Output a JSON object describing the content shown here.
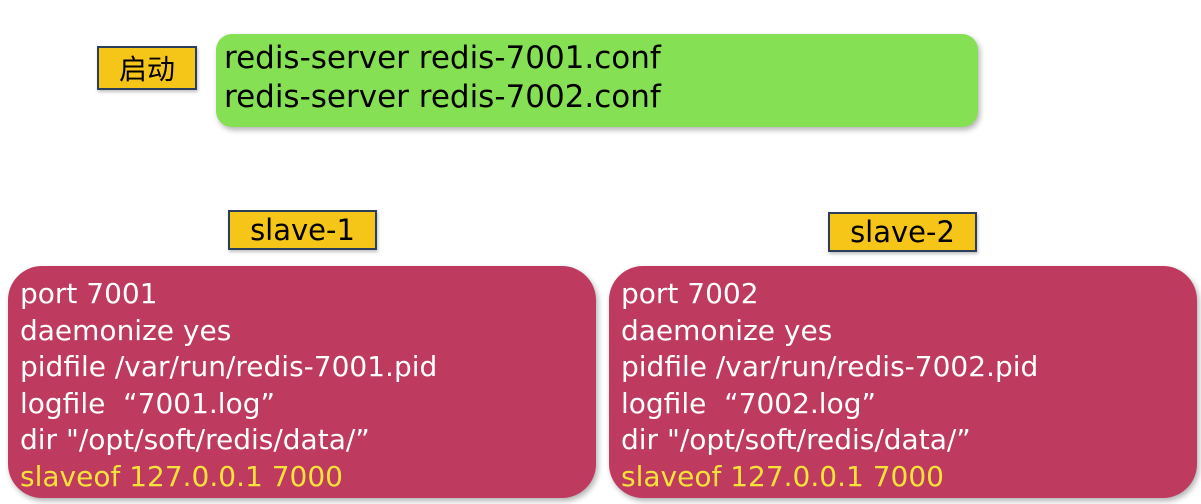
{
  "start_label": "启动",
  "commands": [
    "redis-server redis-7001.conf",
    "redis-server redis-7002.conf"
  ],
  "slaves": [
    {
      "label": "slave-1",
      "config": [
        "port 7001",
        "daemonize yes",
        "pidfile /var/run/redis-7001.pid",
        "logfile  “7001.log”",
        "dir \"/opt/soft/redis/data/”",
        "slaveof 127.0.0.1 7000"
      ]
    },
    {
      "label": "slave-2",
      "config": [
        "port 7002",
        "daemonize yes",
        "pidfile /var/run/redis-7002.pid",
        "logfile  “7002.log”",
        "dir \"/opt/soft/redis/data/”",
        "slaveof 127.0.0.1 7000"
      ]
    }
  ],
  "colors": {
    "tag_fill": "#f5c518",
    "tag_border": "#2b3f5c",
    "command_box": "#86e054",
    "config_box": "#be3a5f",
    "config_text": "#ffffff",
    "highlight_text": "#f7e23a"
  }
}
